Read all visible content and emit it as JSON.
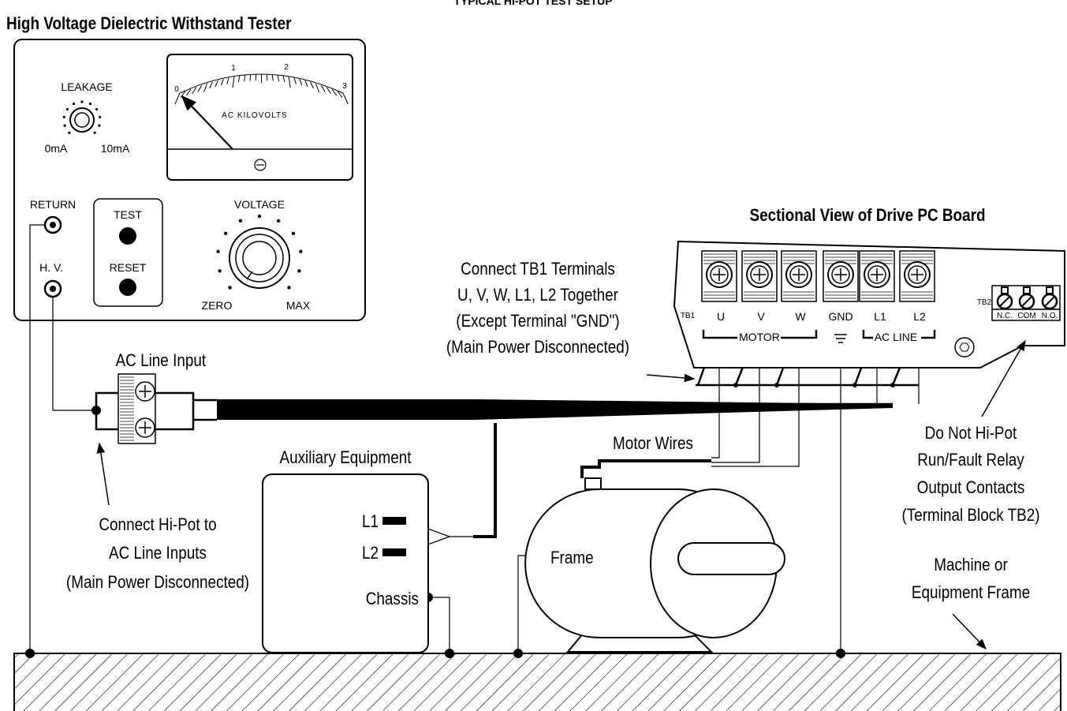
{
  "page_title": "TYPICAL HI-POT TEST SETUP",
  "tester": {
    "title": "High Voltage Dielectric Withstand Tester",
    "leakage_label": "LEAKAGE",
    "leakage_min": "0mA",
    "leakage_max": "10mA",
    "meter_label": "AC KILOVOLTS",
    "meter_ticks": [
      "0",
      "1",
      "2",
      "3"
    ],
    "return_label": "RETURN",
    "hv_label": "H. V.",
    "test_label": "TEST",
    "reset_label": "RESET",
    "voltage_label": "VOLTAGE",
    "voltage_min": "ZERO",
    "voltage_max": "MAX"
  },
  "ac_line_input_label": "AC Line Input",
  "auxiliary": {
    "title": "Auxiliary Equipment",
    "l1": "L1",
    "l2": "L2",
    "chassis": "Chassis"
  },
  "motor": {
    "wires_label": "Motor Wires",
    "frame_label": "Frame"
  },
  "pcb": {
    "title": "Sectional View of Drive PC Board",
    "tb1": "TB1",
    "tb2": "TB2",
    "terminals": [
      "U",
      "V",
      "W",
      "GND",
      "L1",
      "L2"
    ],
    "motor_group": "MOTOR",
    "acline_group": "AC LINE",
    "relay_terminals": [
      "N.C.",
      "COM",
      "N.O."
    ]
  },
  "notes": {
    "connect_tb1": [
      "Connect TB1 Terminals",
      "U, V, W, L1, L2 Together",
      "(Except Terminal \"GND\")",
      "(Main Power Disconnected)"
    ],
    "connect_hipot": [
      "Connect Hi-Pot to",
      "AC Line Inputs",
      "(Main Power Disconnected)"
    ],
    "do_not_hipot": [
      "Do Not Hi-Pot",
      "Run/Fault Relay",
      "Output Contacts",
      "(Terminal Block TB2)"
    ],
    "machine_frame": [
      "Machine or",
      "Equipment Frame"
    ]
  }
}
